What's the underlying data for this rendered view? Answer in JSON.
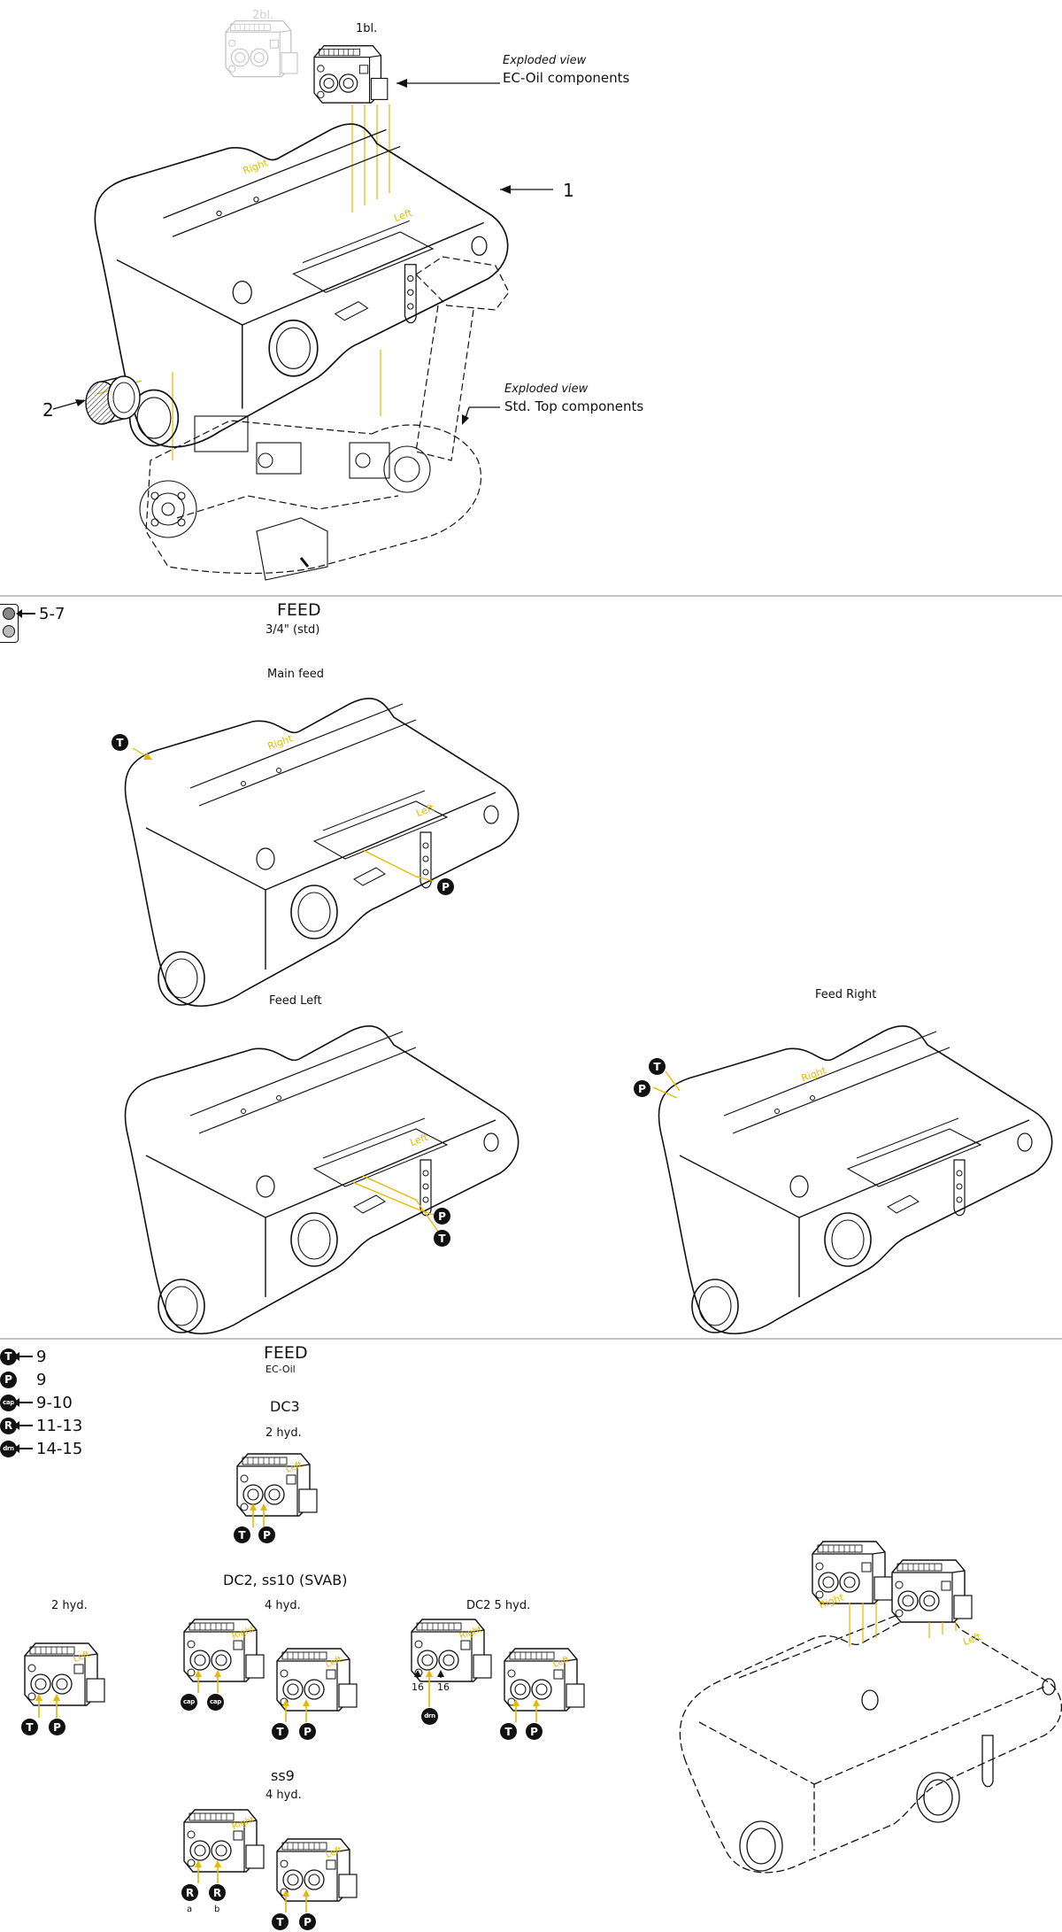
{
  "top": {
    "qty_label": "1bl.",
    "ghost_qty_label": "2bl.",
    "exploded_ec_italic": "Exploded view",
    "exploded_ec_bold": "EC-Oil components",
    "exploded_std_italic": "Exploded view",
    "exploded_std_bold": "Std. Top components",
    "callout_1": "1",
    "callout_2": "2",
    "side_right": "Right",
    "side_left": "Left"
  },
  "feed_std": {
    "title": "FEED",
    "subtitle": "3/4\" (std)",
    "legend_text": "5-7",
    "main_feed": "Main feed",
    "feed_left": "Feed Left",
    "feed_right": "Feed Right",
    "side_right": "Right",
    "side_left": "Left",
    "badge_t": "T",
    "badge_p": "P"
  },
  "feed_ec": {
    "title": "FEED",
    "subtitle": "EC-Oil",
    "legend": [
      {
        "badge": "T",
        "text": "9"
      },
      {
        "badge": "P",
        "text": "9"
      },
      {
        "badge": "cap",
        "text": "9-10"
      },
      {
        "badge": "R",
        "text": "11-13"
      },
      {
        "badge": "drn",
        "text": "14-15"
      }
    ],
    "dc3": "DC3",
    "dc3_hyd": "2 hyd.",
    "dc2_group": "DC2, ss10 (SVAB)",
    "g2_hyd": "2 hyd.",
    "g4_hyd": "4 hyd.",
    "dc2_5": "DC2 5 hyd.",
    "ss9": "ss9",
    "ss9_hyd": "4 hyd.",
    "num_16a": "16",
    "num_16b": "16",
    "sub_a": "a",
    "sub_b": "b",
    "side_right": "Right",
    "side_left": "Left",
    "badge_t": "T",
    "badge_p": "P",
    "badge_cap": "cap",
    "badge_r": "R",
    "badge_drn": "drn"
  },
  "colors": {
    "line": "#111111",
    "accent": "#e6b800",
    "ghost": "#c8c8c8"
  }
}
